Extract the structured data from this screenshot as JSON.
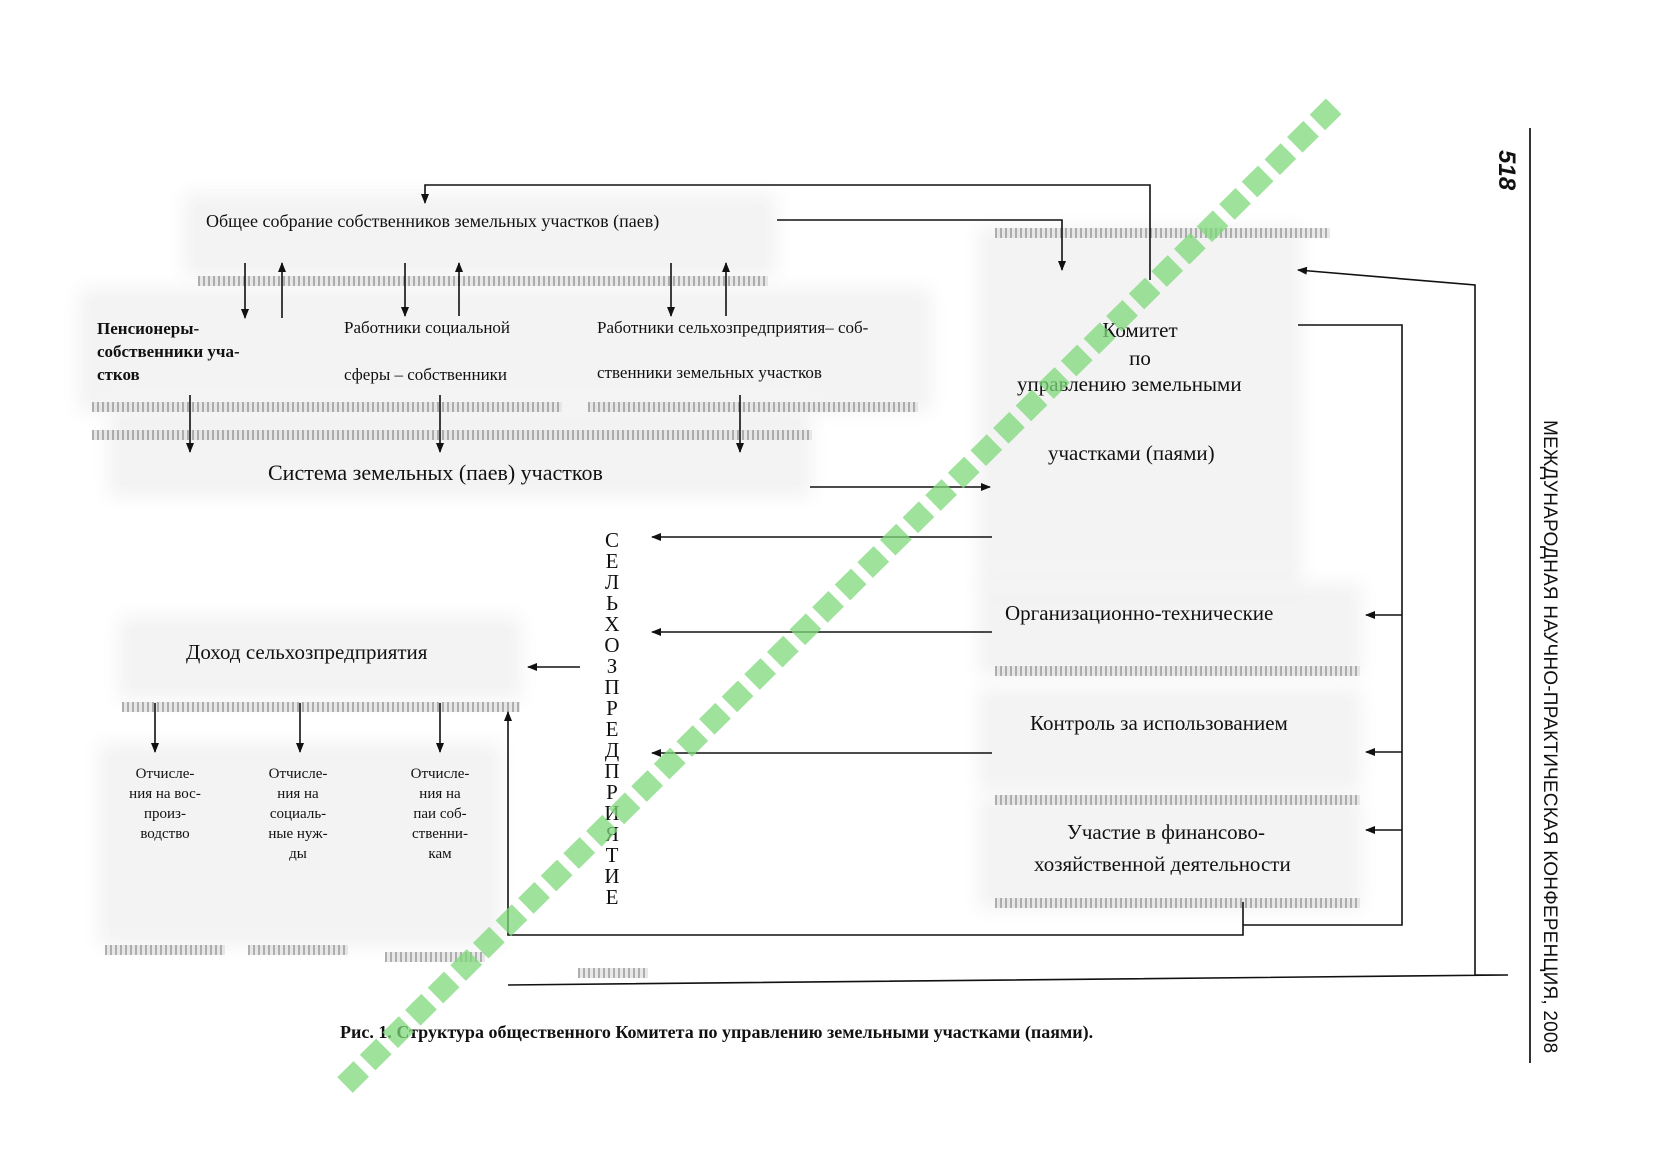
{
  "header": {
    "page_number": "518",
    "conference_title": "МЕЖДУНАРОДНАЯ НАУЧНО-ПРАКТИЧЕСКАЯ КОНФЕРЕНЦИЯ, 2008"
  },
  "diagram": {
    "general_meeting": "Общее собрание собственников земельных участков (паев)",
    "pensioners": [
      "Пенсионеры-",
      "собственники уча-",
      "стков"
    ],
    "social_workers": [
      "Работники социальной",
      "сферы – собственники"
    ],
    "farm_workers": [
      "Работники сельхозпредприятия– соб-",
      "ственники земельных участков"
    ],
    "land_system": "Система земельных (паев) участков",
    "enterprise_vertical": "СЕЛЬХОЗПРЕДПРИЯТИЕ",
    "income": "Доход сельхозпредприятия",
    "deduction_reproduction": [
      "Отчисле-",
      "ния на вос-",
      "произ-",
      "водство"
    ],
    "deduction_social": [
      "Отчисле-",
      "ния на",
      "социаль-",
      "ные нуж-",
      "ды"
    ],
    "deduction_shares": [
      "Отчисле-",
      "ния на",
      "паи соб-",
      "ственни-",
      "кам"
    ],
    "committee": [
      "Комитет",
      "по",
      "управлению земельными",
      "участками (паями)"
    ],
    "org_technical": "Организационно-технические",
    "usage_control": "Контроль за использованием",
    "financial_participation": [
      "Участие в финансово-",
      "хозяйственной деятельности"
    ]
  },
  "caption": "Рис. 1. Структура общественного Комитета по управлению земельными участками (паями).",
  "colors": {
    "ink": "#111111",
    "watermark": "#7ed97a",
    "box_fill": "#f1f1f1"
  }
}
